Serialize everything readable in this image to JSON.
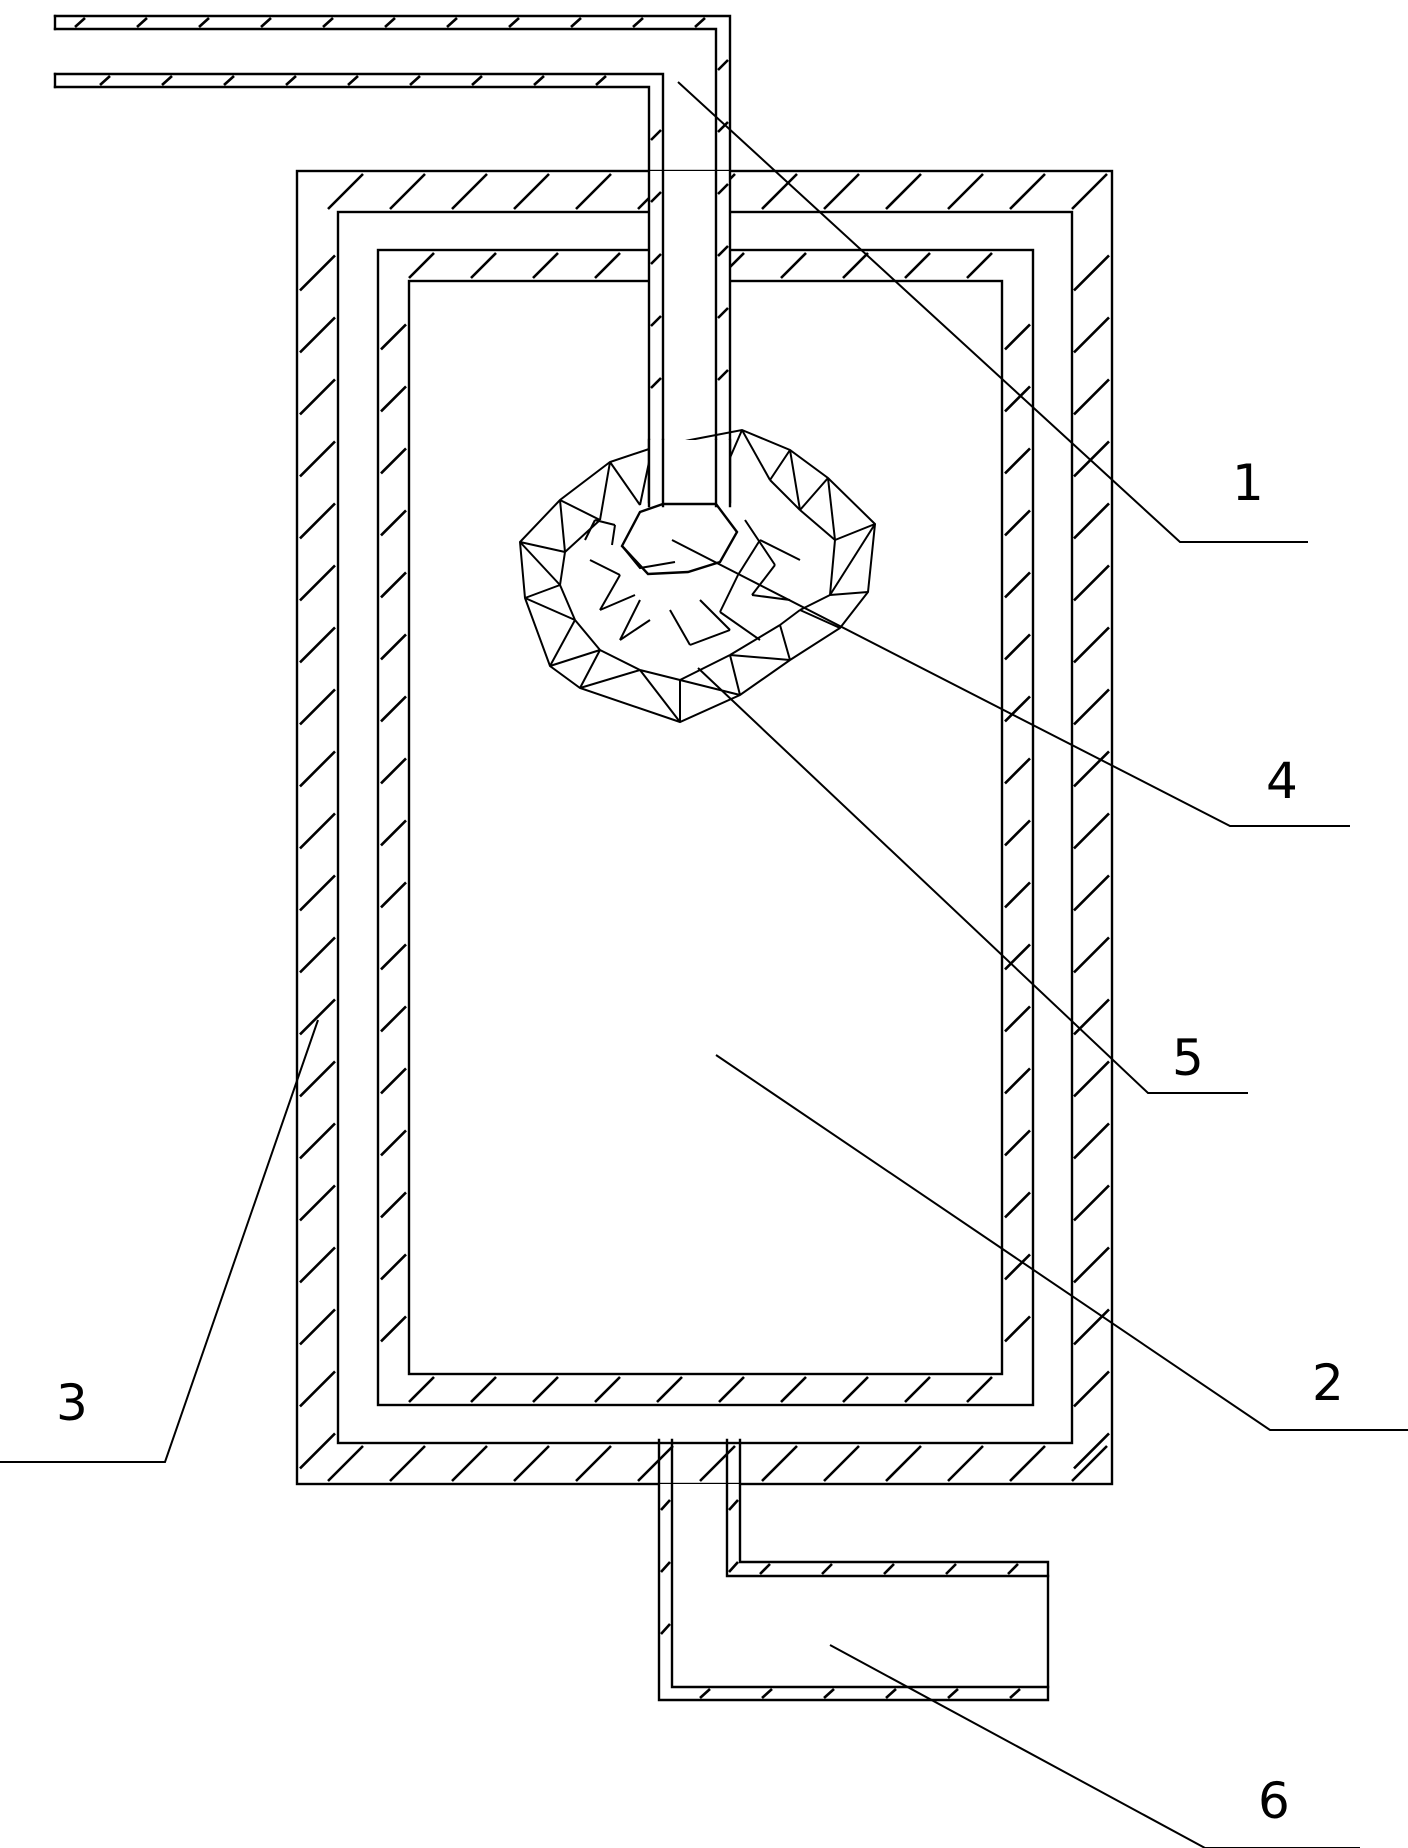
{
  "labels": {
    "part_1": "1",
    "part_2": "2",
    "part_3": "3",
    "part_4": "4",
    "part_5": "5",
    "part_6": "6"
  }
}
